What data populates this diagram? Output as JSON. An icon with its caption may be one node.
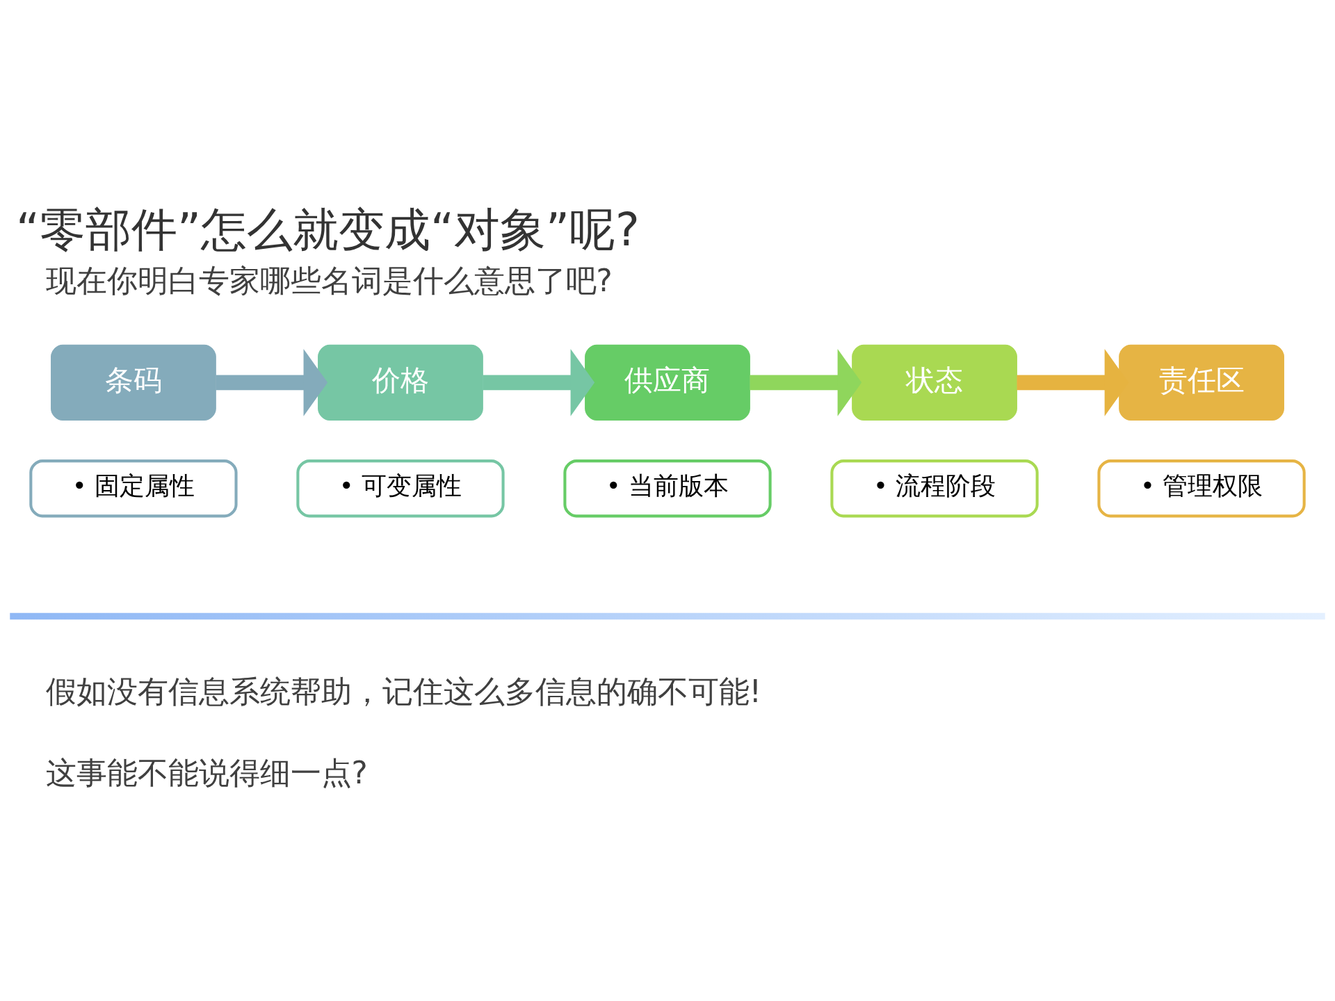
{
  "diagram": {
    "title": "“零部件”怎么就变成“对象”呢?",
    "nodes": [
      {
        "text": [
          "条码"
        ]
      },
      {
        "text": [
          "• 固定属性"
        ]
      },
      {
        "text": [
          "价格"
        ]
      },
      {
        "text": [
          "• 可变属性"
        ]
      },
      {
        "text": [
          "供应商"
        ]
      },
      {
        "text": [
          "• 当前版本"
        ]
      },
      {
        "text": [
          "状态"
        ]
      },
      {
        "text": [
          "• 流程阶段"
        ]
      },
      {
        "text": [
          "责任区"
        ]
      },
      {
        "text": [
          "• 管理权限"
        ]
      }
    ],
    "edges": [
      {
        "from": 0,
        "to": 2,
        "arrow": "to",
        "color": "#84abbb"
      },
      {
        "from": 2,
        "to": 4,
        "arrow": "to",
        "color": "#76c6a4"
      },
      {
        "from": 4,
        "to": 6,
        "arrow": "to",
        "color": "#8fd65c"
      },
      {
        "from": 6,
        "to": 8,
        "arrow": "to",
        "color": "#e6b340"
      }
    ],
    "labels": [
      "现在你明白专家哪些名词是什么意思了吧?",
      "假如没有信息系统帮助，记住这么多信息的确不可能!",
      "这事能不能说得细一点?"
    ]
  }
}
